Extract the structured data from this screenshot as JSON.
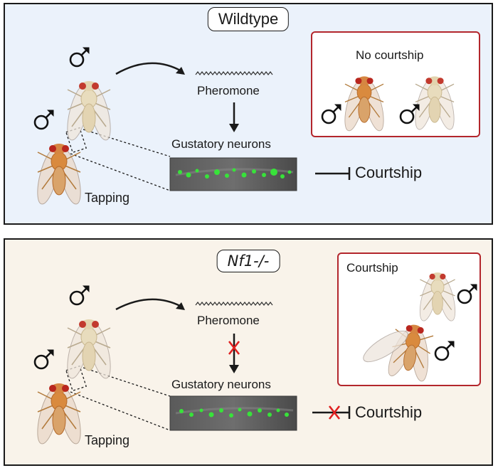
{
  "wildtype": {
    "title": "Wildtype",
    "pheromone": "Pheromone",
    "gustatory": "Gustatory neurons",
    "courtship": "Courtship",
    "tapping": "Tapping",
    "box_label": "No courtship"
  },
  "nf1": {
    "title": "Nf1-/-",
    "pheromone": "Pheromone",
    "gustatory": "Gustatory neurons",
    "courtship": "Courtship",
    "tapping": "Tapping",
    "box_label": "Courtship"
  },
  "colors": {
    "wt_bg": "#ebf2fb",
    "nf1_bg": "#f9f3ea",
    "red_box": "#b3262c",
    "block_x": "#e02020",
    "neuron_green": "#38e23a"
  }
}
